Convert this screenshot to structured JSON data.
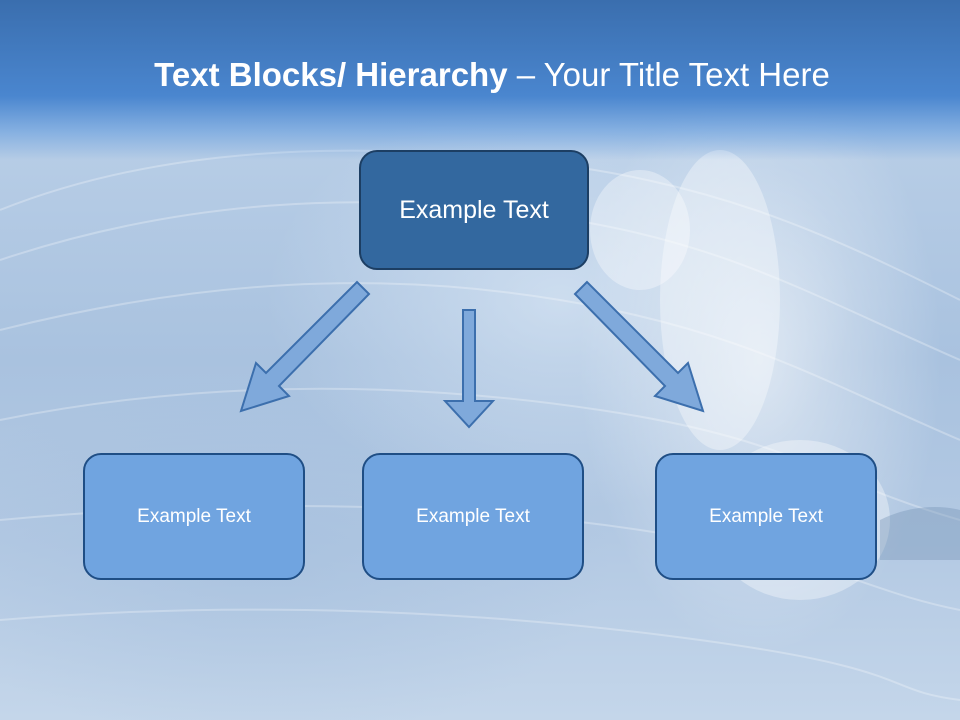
{
  "slide": {
    "title_bold": "Text Blocks/ Hierarchy",
    "title_rest": " – Your Title Text Here",
    "top_box": {
      "label": "Example Text"
    },
    "child_boxes": [
      {
        "label": "Example Text"
      },
      {
        "label": "Example Text"
      },
      {
        "label": "Example Text"
      }
    ]
  },
  "colors": {
    "title_band": "#4a86cf",
    "top_box_fill": "#33689f",
    "child_box_fill": "#70a4e0",
    "arrow_fill": "#7fa9db",
    "arrow_stroke": "#3c6fad"
  }
}
